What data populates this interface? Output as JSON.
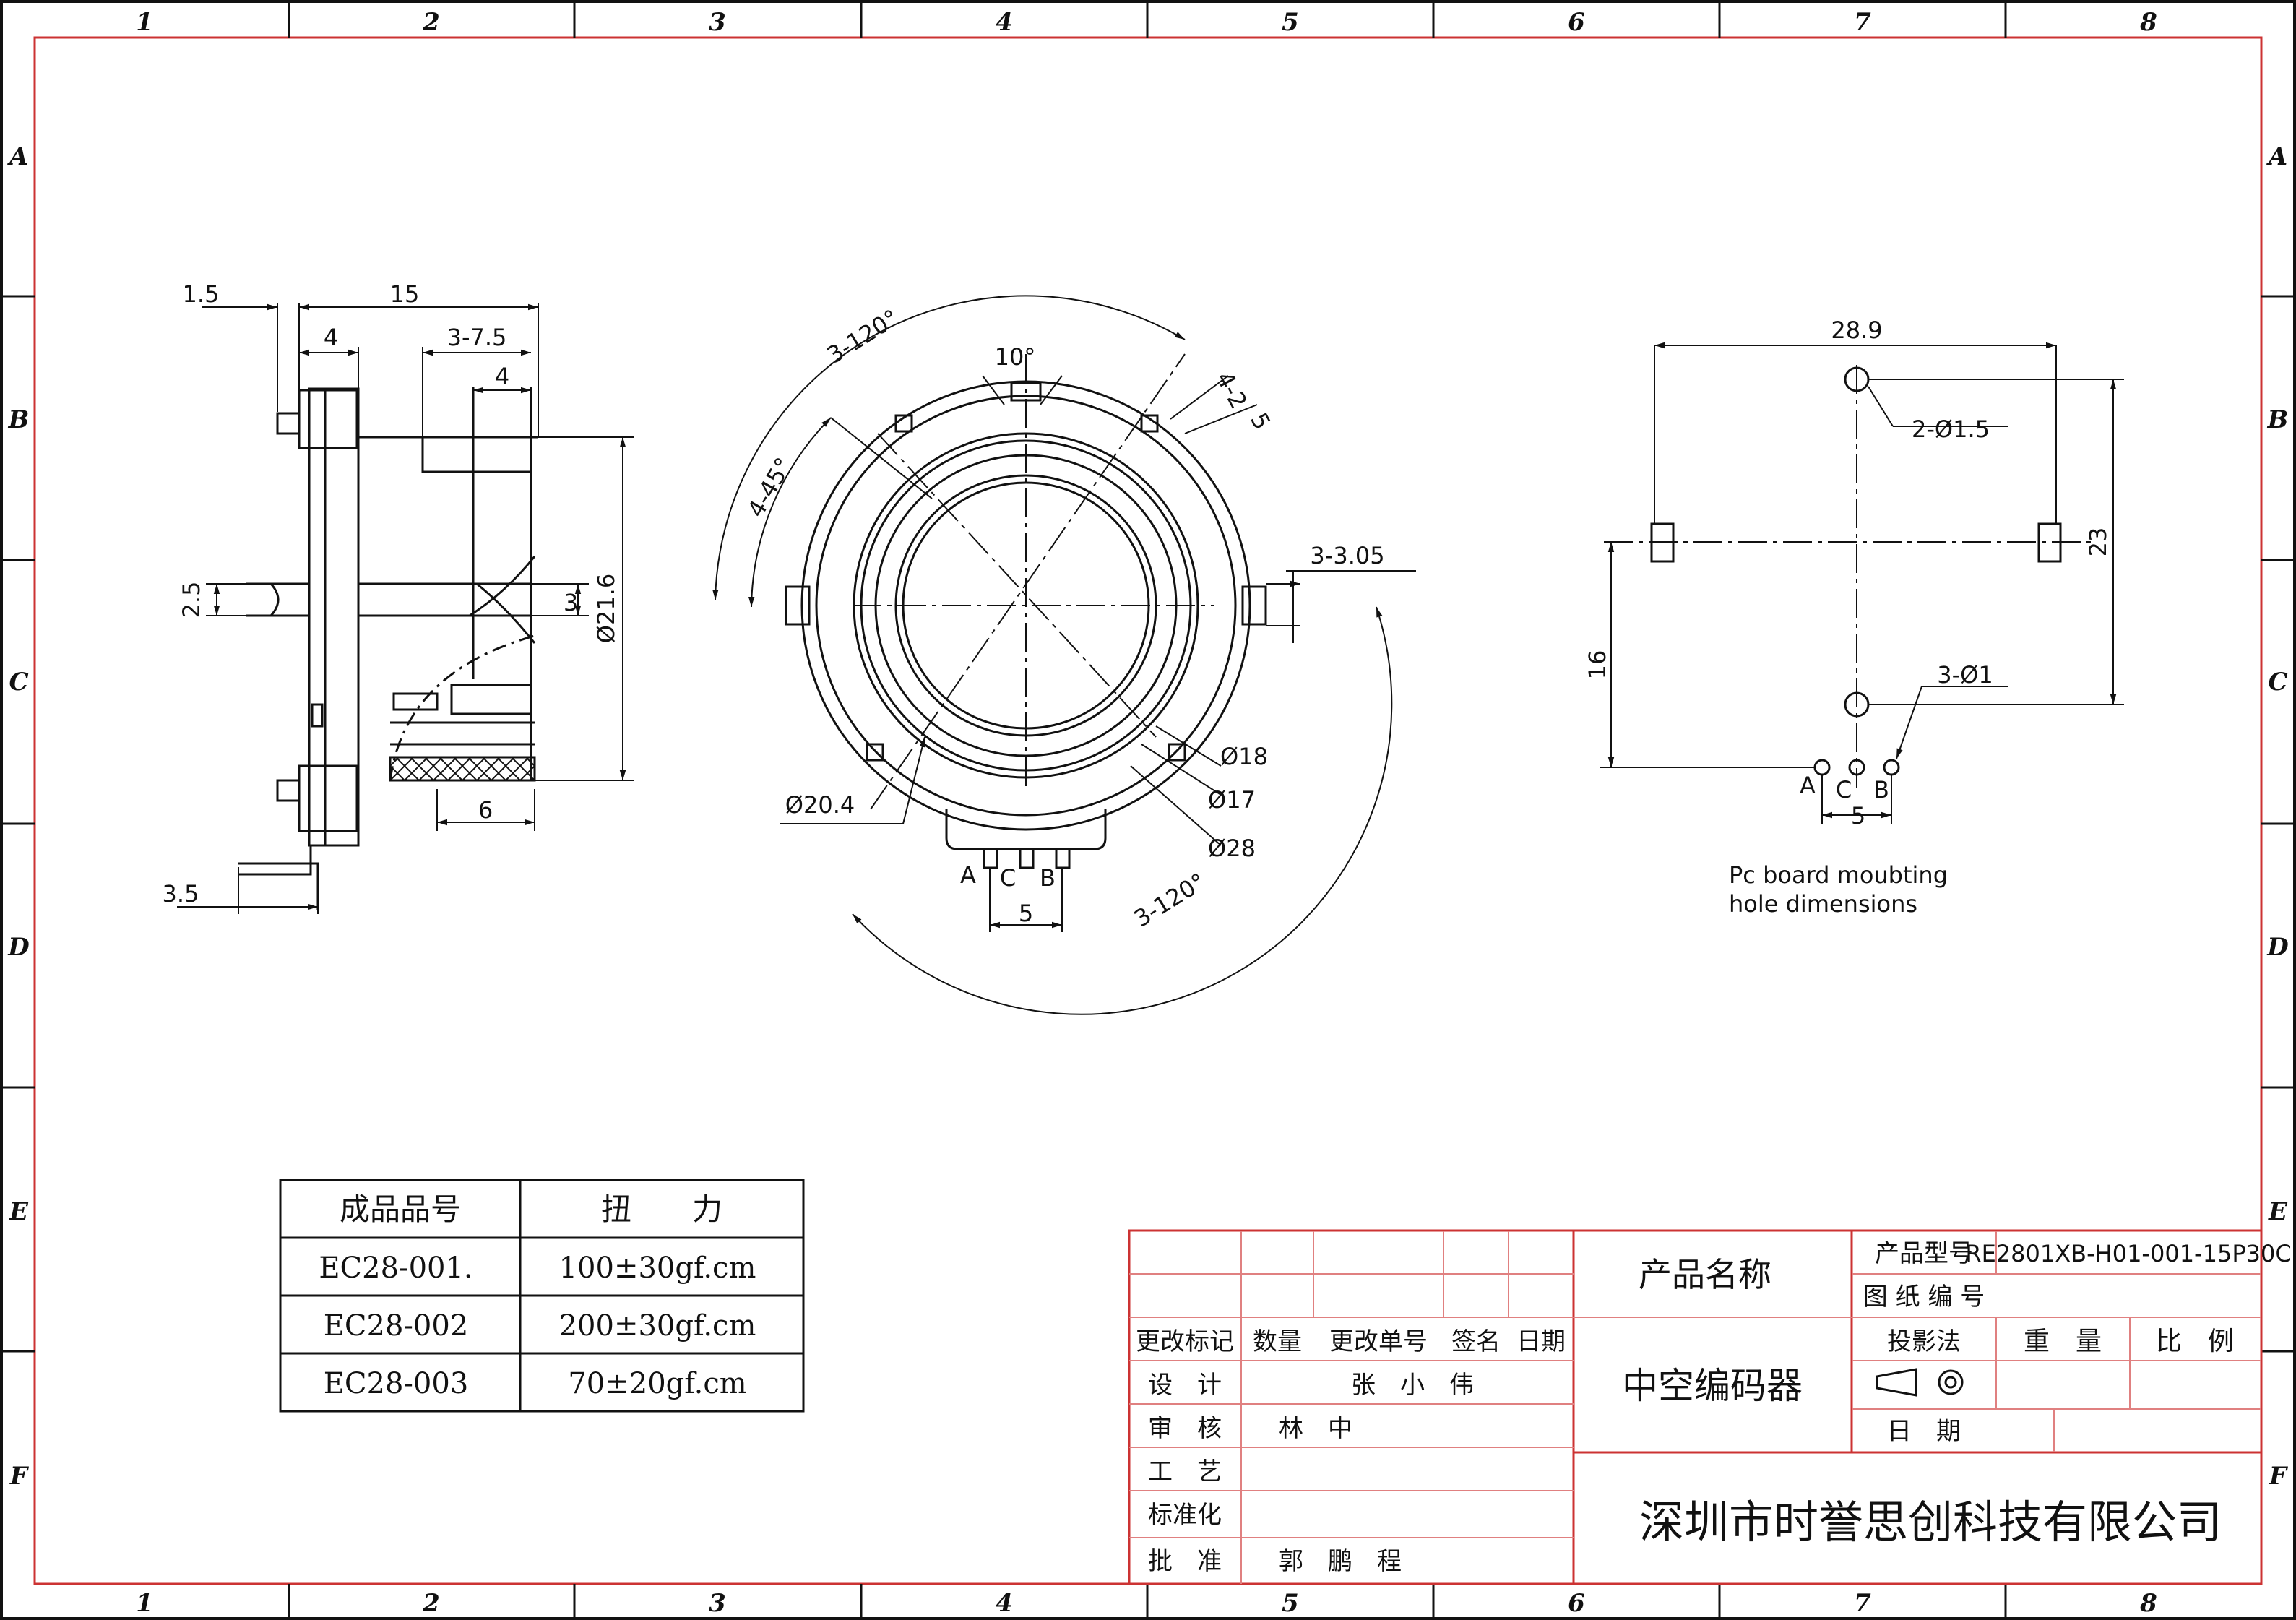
{
  "border_zones": {
    "columns": [
      "1",
      "2",
      "3",
      "4",
      "5",
      "6",
      "7",
      "8"
    ],
    "rows": [
      "A",
      "B",
      "C",
      "D",
      "E",
      "F"
    ]
  },
  "side_view": {
    "dims": [
      "1.5",
      "15",
      "4",
      "3-7.5",
      "4",
      "2.5",
      "3",
      "Ø21.6",
      "6",
      "3.5"
    ]
  },
  "front_view": {
    "dims": [
      "3-120°",
      "10°",
      "4-45°",
      "4-2",
      "5",
      "3-3.05",
      "Ø18",
      "Ø17",
      "Ø28",
      "Ø20.4",
      "3-120°",
      "5"
    ],
    "pins": [
      "A",
      "C",
      "B"
    ]
  },
  "pcb_view": {
    "dims": [
      "28.9",
      "2-Ø1.5",
      "23",
      "16",
      "3-Ø1",
      "5"
    ],
    "pins": [
      "A",
      "C",
      "B"
    ],
    "caption_lines": [
      "Pc board moubting",
      "hole dimensions"
    ]
  },
  "torque_table": {
    "headers": [
      "成品品号",
      "扭　　力"
    ],
    "rows": [
      [
        "EC28-001.",
        "100±30gf.cm"
      ],
      [
        "EC28-002",
        "200±30gf.cm"
      ],
      [
        "EC28-003",
        "70±20gf.cm"
      ]
    ]
  },
  "title_block": {
    "revision_headers": [
      "更改标记",
      "数量",
      "更改单号",
      "签名",
      "日期"
    ],
    "roles": [
      {
        "role": "设　计",
        "name": "张　小　伟"
      },
      {
        "role": "审　核",
        "name": "林　中"
      },
      {
        "role": "工　艺",
        "name": ""
      },
      {
        "role": "标准化",
        "name": ""
      },
      {
        "role": "批　准",
        "name": "郭　鹏　程"
      }
    ],
    "product_name_label": "产品名称",
    "product_name": "中空编码器",
    "model_label": "产品型号",
    "model": "RE2801XB-H01-001-15P30C",
    "drawing_no_label": "图 纸 编 号",
    "projection_label": "投影法",
    "weight_label": "重　量",
    "scale_label": "比　例",
    "date_label": "日　期",
    "company": "深圳市时誉思创科技有限公司"
  },
  "colors": {
    "line": "#111111",
    "frame_red": "#cc3333",
    "grid_red": "#e08080"
  }
}
